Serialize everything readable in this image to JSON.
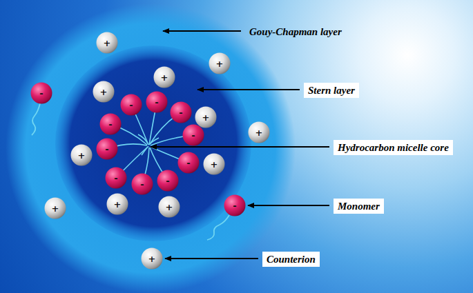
{
  "diagram": {
    "nodes": [
      {
        "text": [
          "+"
        ]
      },
      {
        "text": [
          "+"
        ]
      },
      {
        "text": [
          "+"
        ]
      },
      {
        "text": [
          "-"
        ]
      },
      {
        "text": [
          "+"
        ]
      },
      {
        "text": [
          "-"
        ]
      },
      {
        "text": [
          "-"
        ]
      },
      {
        "text": [
          "-"
        ]
      },
      {
        "text": [
          "+"
        ]
      },
      {
        "text": [
          "-"
        ]
      },
      {
        "text": [
          "+"
        ]
      },
      {
        "text": [
          "-"
        ]
      },
      {
        "text": [
          "-"
        ]
      },
      {
        "text": [
          "+"
        ]
      },
      {
        "text": [
          "-"
        ]
      },
      {
        "text": [
          "+"
        ]
      },
      {
        "text": [
          "-"
        ]
      },
      {
        "text": [
          "-"
        ]
      },
      {
        "text": [
          "-"
        ]
      },
      {
        "text": [
          "+"
        ]
      },
      {
        "text": [
          "+"
        ]
      },
      {
        "text": [
          "+"
        ]
      },
      {
        "text": [
          "-"
        ]
      },
      {
        "text": [
          "+"
        ]
      }
    ],
    "labels": [
      "Gouy-Chapman layer",
      "Stern layer",
      "Hydrocarbon micelle core",
      "Monomer",
      "Counterion"
    ]
  }
}
